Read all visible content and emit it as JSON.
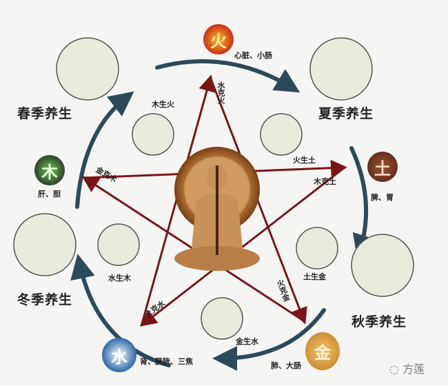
{
  "elements": {
    "fire": {
      "char": "火",
      "organs": "心脏、小肠",
      "color": "#c8261a"
    },
    "wood": {
      "char": "木",
      "organs": "肝、胆",
      "color": "#2b3a2c"
    },
    "earth": {
      "char": "土",
      "organs": "脾、胃",
      "color": "#6b3420"
    },
    "water": {
      "char": "水",
      "organs": "肾、膀胱、三焦",
      "color": "#2f6aa8"
    },
    "metal": {
      "char": "金",
      "organs": "肺、大肠",
      "color": "#c98a2a"
    }
  },
  "seasons": {
    "spring": "春季养生",
    "summer": "夏季养生",
    "autumn": "秋季养生",
    "winter": "冬季养生"
  },
  "generating": {
    "wood_fire": "木生火",
    "fire_earth": "火生土",
    "earth_metal": "土生金",
    "metal_water": "金生水",
    "water_wood": "水生木"
  },
  "overcoming": {
    "water_fire": "水克火",
    "wood_earth": "木克土",
    "fire_metal": "火克金",
    "earth_water": "土克水",
    "metal_wood": "金克木"
  },
  "colors": {
    "cycle_arrow": "#2c4a5a",
    "star_arrow": "#7a1418"
  },
  "watermark": "方莲"
}
